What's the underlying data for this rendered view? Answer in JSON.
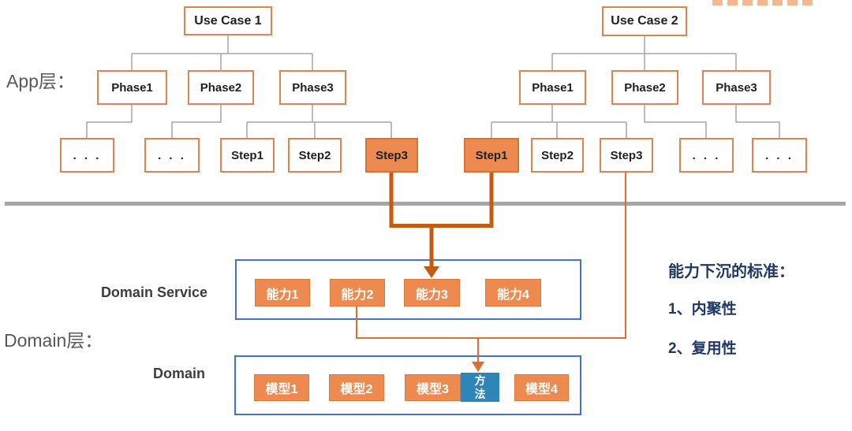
{
  "layer_labels": {
    "app": "App层：",
    "domain": "Domain层："
  },
  "tree1": {
    "root": "Use Case 1",
    "phase1": "Phase1",
    "phase2": "Phase2",
    "phase3": "Phase3",
    "child1": ". . .",
    "child2": ". . .",
    "child3": "Step1",
    "child4": "Step2",
    "child5": "Step3"
  },
  "tree2": {
    "root": "Use Case 2",
    "phase1": "Phase1",
    "phase2": "Phase2",
    "phase3": "Phase3",
    "child1": "Step1",
    "child2": "Step2",
    "child3": "Step3",
    "child4": ". . .",
    "child5": ". . ."
  },
  "domain_service": {
    "label": "Domain Service",
    "items": [
      "能力1",
      "能力2",
      "能力3",
      "能力4"
    ]
  },
  "domain": {
    "label": "Domain",
    "models": [
      "模型1",
      "模型2",
      "模型3",
      "模型4"
    ],
    "method": "方法"
  },
  "criteria": {
    "title": "能力下沉的标准：",
    "item1": "1、内聚性",
    "item2": "2、复用性"
  },
  "colors": {
    "node_border_orange": "#DD8452",
    "highlight_fill": "#ED8A50",
    "thick_arrow": "#C55A11",
    "thin_arrow": "#D96F30",
    "container_border_blue": "#4472C4",
    "method_fill": "#2E86B8",
    "divider_gray": "#A6A6A6",
    "connector_gray": "#A6A6A6",
    "criteria_text": "#1F3864",
    "layer_label_text": "#595959"
  }
}
